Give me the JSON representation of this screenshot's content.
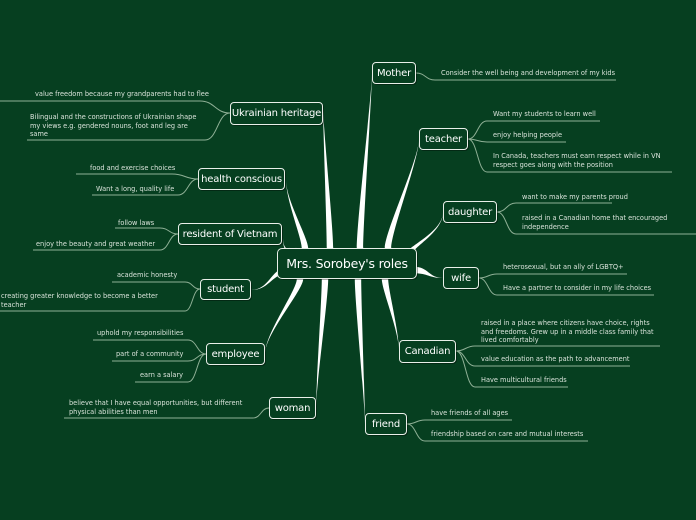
{
  "colors": {
    "background": "#063f20",
    "node_border": "#e9efe9",
    "main_branch": "#ffffff",
    "leaf_line": "#8fb096",
    "leaf_text": "#d9e3da"
  },
  "central": {
    "label": "Mrs. Sorobey's roles"
  },
  "left_branches": [
    {
      "label": "Ukrainian heritage",
      "leaves": [
        "value freedom because my grandparents had to flee",
        "Bilingual and the constructions of Ukrainian shape\nmy views e.g. gendered nouns, foot and leg are\nsame"
      ]
    },
    {
      "label": "health conscious",
      "leaves": [
        "food and exercise choices",
        "Want a long, quality life"
      ]
    },
    {
      "label": "resident of Vietnam",
      "leaves": [
        "follow laws",
        "enjoy the beauty and great weather"
      ]
    },
    {
      "label": "student",
      "leaves": [
        "academic honesty",
        "creating greater knowledge to become a better\nteacher"
      ]
    },
    {
      "label": "employee",
      "leaves": [
        "uphold my responsibilities",
        "part of a community",
        "earn a salary"
      ]
    },
    {
      "label": "woman",
      "leaves": [
        "believe that I have equal opportunities, but different\nphysical abilities than men"
      ]
    }
  ],
  "right_branches": [
    {
      "label": "Mother",
      "leaves": [
        "Consider the well being and development of my kids"
      ]
    },
    {
      "label": "teacher",
      "leaves": [
        "Want my students to learn well",
        "enjoy helping people",
        "In Canada, teachers must earn respect while in VN\nrespect goes along with the position"
      ]
    },
    {
      "label": "daughter",
      "leaves": [
        "want to make my parents proud",
        "raised in a Canadian home that encouraged\nindependence"
      ]
    },
    {
      "label": "wife",
      "leaves": [
        "heterosexual, but an ally of LGBTQ+",
        "Have a partner to consider in my life choices"
      ]
    },
    {
      "label": "Canadian",
      "leaves": [
        "raised in a place where citizens have choice, rights\nand freedoms.  Grew up in a middle class family that\nlived comfortably",
        "value education as the path to advancement",
        "Have multicultural friends"
      ]
    },
    {
      "label": "friend",
      "leaves": [
        "have friends of all ages",
        "friendship based on care and mutual interests"
      ]
    }
  ]
}
